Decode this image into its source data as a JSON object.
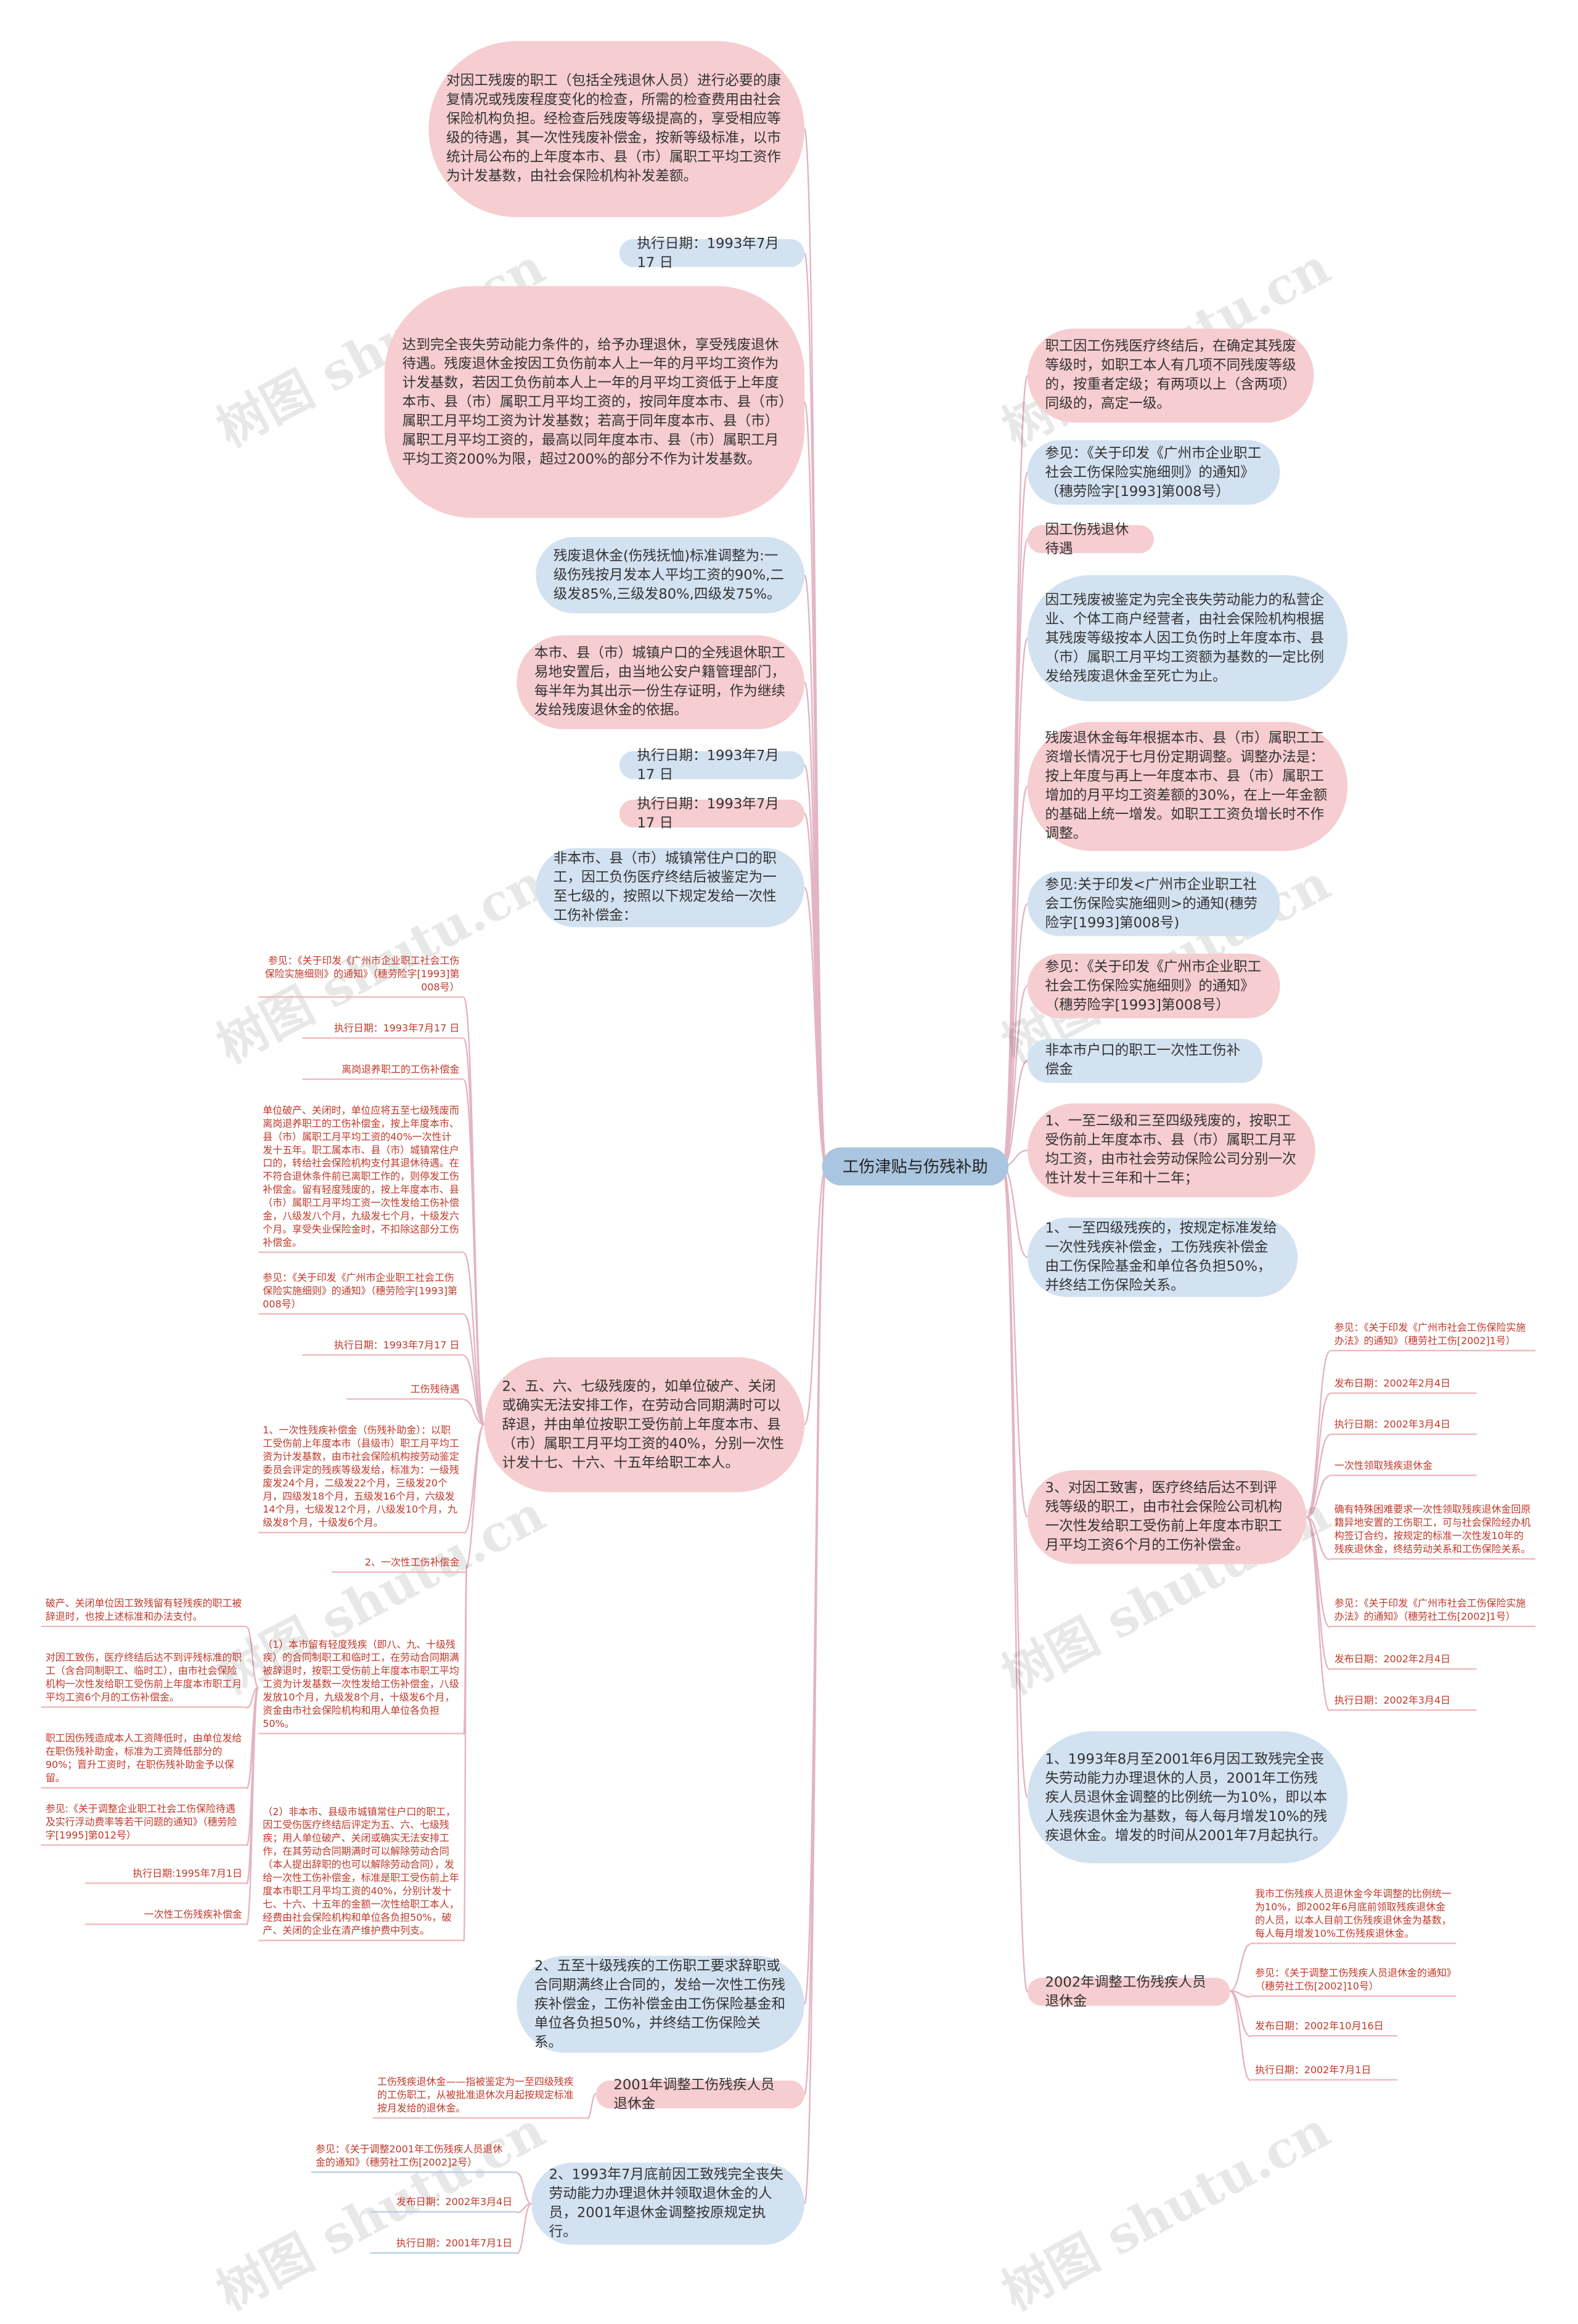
{
  "center": "工伤津贴与伤残补助",
  "watermark": "树图 shutu.cn",
  "colors": {
    "pink": "#f6cdd0",
    "blue": "#d3e2f1",
    "center": "#a9c5df",
    "leaf_text": "#c0392b",
    "line": "#e3b4c2"
  },
  "left": [
    {
      "text": "对因工残废的职工（包括全残退休人员）进行必要的康复情况或残废程度变化的检查，所需的检查费用由社会保险机构负担。经检查后残废等级提高的，享受相应等级的待遇，其一次性残废补偿金，按新等级标准，以市统计局公布的上年度本市、县（市）属职工平均工资作为计发基数，由社会保险机构补发差额。"
    },
    {
      "text": "执行日期：1993年7月17 日"
    },
    {
      "text": "达到完全丧失劳动能力条件的，给予办理退休，享受残废退休待遇。残废退休金按因工负伤前本人上一年的月平均工资作为计发基数，若因工负伤前本人上一年的月平均工资低于上年度本市、县（市）属职工月平均工资的，按同年度本市、县（市）属职工月平均工资为计发基数；若高于同年度本市、县（市）属职工月平均工资的，最高以同年度本市、县（市）属职工月平均工资200%为限，超过200%的部分不作为计发基数。"
    },
    {
      "text": "残废退休金(伤残抚恤)标准调整为:一级伤残按月发本人平均工资的90%,二级发85%,三级发80%,四级发75%。"
    },
    {
      "text": "本市、县（市）城镇户口的全残退休职工易地安置后，由当地公安户籍管理部门，每半年为其出示一份生存证明，作为继续发给残废退休金的依据。"
    },
    {
      "text": "执行日期：1993年7月17 日"
    },
    {
      "text": "执行日期：1993年7月17 日"
    },
    {
      "text": "非本市、县（市）城镇常住户口的职工，因工负伤医疗终结后被鉴定为一至七级的，按照以下规定发给一次性工伤补偿金："
    },
    {
      "text": "2、五、六、七级残废的，如单位破产、关闭或确实无法安排工作，在劳动合同期满时可以辞退，并由单位按职工受伤前上年度本市、县（市）属职工月平均工资的40%，分别一次性计发十七、十六、十五年给职工本人。"
    },
    {
      "text": "2、五至十级残疾的工伤职工要求辞职或合同期满终止合同的，发给一次性工伤残疾补偿金，工伤补偿金由工伤保险基金和单位各负担50%，并终结工伤保险关系。"
    },
    {
      "text": "2001年调整工伤残疾人员退休金"
    },
    {
      "text": "2、1993年7月底前因工致残完全丧失劳动能力办理退休并领取退休金的人员，2001年退休金调整按原规定执行。"
    }
  ],
  "right": [
    {
      "text": "职工因工伤残医疗终结后，在确定其残废等级时，如职工本人有几项不同残废等级的，按重者定级；有两项以上（含两项）同级的，高定一级。"
    },
    {
      "text": "参见：《关于印发《广州市企业职工社会工伤保险实施细则》的通知》（穗劳险字[1993]第008号）"
    },
    {
      "text": "因工伤残退休待遇"
    },
    {
      "text": "因工残废被鉴定为完全丧失劳动能力的私营企业、个体工商户经营者，由社会保险机构根据其残废等级按本人因工负伤时上年度本市、县（市）属职工月平均工资额为基数的一定比例发给残废退休金至死亡为止。"
    },
    {
      "text": "残废退休金每年根据本市、县（市）属职工工资增长情况于七月份定期调整。调整办法是：按上年度与再上一年度本市、县（市）属职工增加的月平均工资差额的30%，在上一年金额的基础上统一增发。如职工工资负增长时不作调整。"
    },
    {
      "text": "参见:关于印发<广州市企业职工社会工伤保险实施细则>的通知(穗劳险字[1993]第008号)"
    },
    {
      "text": "参见：《关于印发《广州市企业职工社会工伤保险实施细则》的通知》（穗劳险字[1993]第008号）"
    },
    {
      "text": "非本市户口的职工一次性工伤补偿金"
    },
    {
      "text": "1、一至二级和三至四级残废的，按职工受伤前上年度本市、县（市）属职工月平均工资，由市社会劳动保险公司分别一次性计发十三年和十二年；"
    },
    {
      "text": "1、一至四级残疾的，按规定标准发给一次性残疾补偿金，工伤残疾补偿金由工伤保险基金和单位各负担50%，并终结工伤保险关系。"
    },
    {
      "text": "3、对因工致害，医疗终结后达不到评残等级的职工，由市社会保险公司机构一次性发给职工受伤前上年度本市职工月平均工资6个月的工伤补偿金。"
    },
    {
      "text": "1、1993年8月至2001年6月因工致残完全丧失劳动能力办理退休的人员，2001年工伤残疾人员退休金调整的比例统一为10%，即以本人残疾退休金为基数，每人每月增发10%的残疾退休金。增发的时间从2001年7月起执行。"
    },
    {
      "text": "2002年调整工伤残疾人员退休金"
    }
  ],
  "leaves_left_a": [
    "参见：《关于印发《广州市企业职工社会工伤保险实施细则》的通知》（穗劳险字[1993]第008号）",
    "执行日期：1993年7月17 日",
    "离岗退养职工的工伤补偿金",
    "单位破产、关闭时，单位应将五至七级残废而离岗退养职工的工伤补偿金，按上年度本市、县（市）属职工月平均工资的40%一次性计发十五年。职工属本市、县（市）城镇常住户口的，转给社会保险机构支付其退休待遇。在不符合退休条件前已离职工作的，则停发工伤补偿金。留有轻度残废的，按上年度本市、县（市）属职工月平均工资一次性发给工伤补偿金，八级发八个月，九级发七个月，十级发六个月。享受失业保险金时，不扣除这部分工伤补偿金。",
    "参见：《关于印发《广州市企业职工社会工伤保险实施细则》的通知》（穗劳险字[1993]第008号）",
    "执行日期：1993年7月17 日",
    "工伤残待遇",
    "1、一次性残疾补偿金（伤残补助金）：以职工受伤前上年度本市（县级市）职工月平均工资为计发基数，由市社会保险机构按劳动鉴定委员会评定的残疾等级发给，标准为：一级残废发24个月，二级发22个月，三级发20个月，四级发18个月，五级发16个月，六级发14个月，七级发12个月，八级发10个月，九级发8个月，十级发6个月。",
    "2、一次性工伤补偿金"
  ],
  "leaves_left_b": [
    "（1）本市留有轻度残疾（即八、九、十级残疾）的合同制职工和临时工，在劳动合同期满被辞退时，按职工受伤前上年度本市职工平均工资为计发基数一次性发给工伤补偿金，八级发放10个月，九级发8个月，十级发6个月，资金由市社会保险机构和用人单位各负担50%。",
    "（2）非本市、县级市城镇常住户口的职工，因工受伤医疗终结后评定为五、六、七级残疾；用人单位破产、关闭或确实无法安排工作，在其劳动合同期满时可以解除劳动合同（本人提出辞职的也可以解除劳动合同），发给一次性工伤补偿金，标准是职工受伤前上年度本市职工月平均工资的40%，分别计发十七、十六、十五年的金额一次性给职工本人，经费由社会保险机构和单位各负担50%，破产、关闭的企业在清产维护费中列支。"
  ],
  "leaves_left_c": [
    "破产、关闭单位因工致残留有轻残疾的职工被辞退时，也按上述标准和办法支付。",
    "对因工致伤，医疗终结后达不到评残标准的职工（含合同制职工、临时工），由市社会保险机构一次性发给职工受伤前上年度本市职工月平均工资6个月的工伤补偿金。",
    "职工因伤残造成本人工资降低时，由单位发给在职伤残补助金，标准为工资降低部分的90%；晋升工资时，在职伤残补助金予以保留。",
    "参见:《关于调整企业职工社会工伤保险待遇及实行浮动费率等若干问题的通知》（穗劳险字[1995]第012号）",
    "执行日期:1995年7月1日",
    "一次性工伤残疾补偿金"
  ],
  "leaves_left_d": [
    "工伤残疾退休金——指被鉴定为一至四级残疾的工伤职工，从被批准退休次月起按规定标准按月发给的退休金。"
  ],
  "leaves_left_e": [
    "参见：《关于调整2001年工伤残疾人员退休金的通知》（穗劳社工伤[2002]2号）",
    "发布日期：2002年3月4日",
    "执行日期：2001年7月1日"
  ],
  "leaves_right_a": [
    "参见：《关于印发《广州市社会工伤保险实施办法》的通知》（穗劳社工伤[2002]1号）",
    "发布日期：2002年2月4日",
    "执行日期：2002年3月4日",
    "一次性领取残疾退休金",
    "确有特殊困难要求一次性领取残疾退休金回原籍异地安置的工伤职工，可与社会保险经办机构签订合约，按规定的标准一次性发10年的残疾退休金，终结劳动关系和工伤保险关系。",
    "参见：《关于印发《广州市社会工伤保险实施办法》的通知》（穗劳社工伤[2002]1号）",
    "发布日期：2002年2月4日",
    "执行日期：2002年3月4日"
  ],
  "leaves_right_b": [
    "我市工伤残疾人员退休金今年调整的比例统一为10%，即2002年6月底前领取残疾退休金的人员，以本人目前工伤残疾退休金为基数，每人每月增发10%工伤残疾退休金。",
    "参见：《关于调整工伤残疾人员退休金的通知》（穗劳社工伤[2002]10号）",
    "发布日期：2002年10月16日",
    "执行日期：2002年7月1日"
  ]
}
